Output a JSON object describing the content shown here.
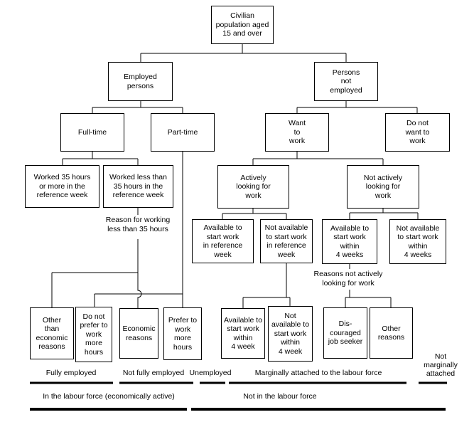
{
  "nodes": {
    "civilian": {
      "label": "Civilian\npopulation aged\n15 and over"
    },
    "employed": {
      "label": "Employed\npersons"
    },
    "persons_not_employed": {
      "label": "Persons\nnot\nemployed"
    },
    "full_time": {
      "label": "Full-time"
    },
    "part_time": {
      "label": "Part-time"
    },
    "want_to_work": {
      "label": "Want\nto\nwork"
    },
    "do_not_want_to_work": {
      "label": "Do not\nwant to\nwork"
    },
    "worked_35_or_more": {
      "label": "Worked 35 hours\nor more in the\nreference week"
    },
    "worked_less_35": {
      "label": "Worked less than\n35 hours in the\nreference week"
    },
    "actively_looking": {
      "label": "Actively\nlooking for\nwork"
    },
    "not_actively_looking": {
      "label": "Not actively\nlooking for\nwork"
    },
    "available_ref_week": {
      "label": "Available to\nstart work\nin reference\nweek"
    },
    "not_available_ref_week": {
      "label": "Not available\nto start work\nin reference\nweek"
    },
    "available_4_weeks": {
      "label": "Available to\nstart work\nwithin\n4 weeks"
    },
    "not_available_4_weeks": {
      "label": "Not available\nto start work\nwithin\n4 weeks"
    },
    "other_than_economic": {
      "label": "Other\nthan\neconomic\nreasons"
    },
    "do_not_prefer_more_hours": {
      "label": "Do not\nprefer to\nwork\nmore\nhours"
    },
    "economic_reasons": {
      "label": "Economic\nreasons"
    },
    "prefer_more_hours": {
      "label": "Prefer to\nwork\nmore\nhours"
    },
    "available_4_week": {
      "label": "Available to\nstart work\nwithin\n4 week"
    },
    "not_available_4_week": {
      "label": "Not\navailable to\nstart work\nwithin\n4 week"
    },
    "discouraged_job_seeker": {
      "label": "Dis-\ncouraged\njob seeker"
    },
    "other_reasons": {
      "label": "Other\nreasons"
    }
  },
  "annotations": {
    "reason_part_time": "Reason for working\nless than 35 hours",
    "reasons_not_active": "Reasons not actively\nlooking for work"
  },
  "footer": {
    "fully_employed": "Fully employed",
    "not_fully_employed": "Not fully employed",
    "unemployed": "Unemployed",
    "marginally_attached": "Marginally attached to the labour force",
    "not_marginally_attached": "Not\nmarginally\nattached",
    "in_labour_force": "In the labour force (economically active)",
    "not_in_labour_force": "Not in the labour force"
  },
  "colors": {
    "line": "#000000",
    "box_border": "#000000",
    "background": "#ffffff",
    "text": "#000000"
  }
}
